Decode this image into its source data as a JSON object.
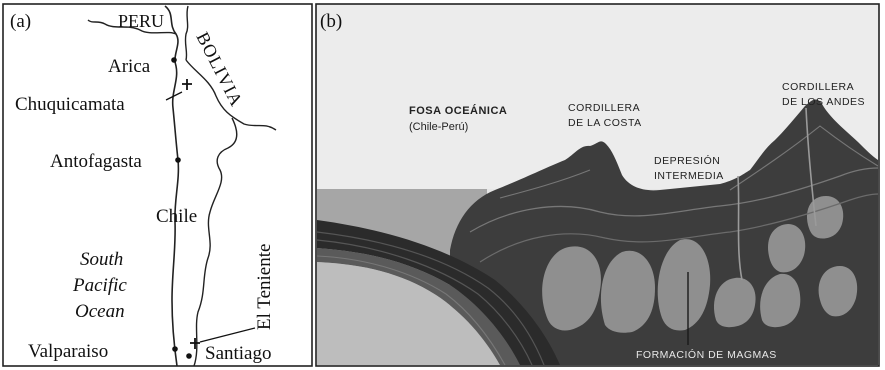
{
  "panel_a": {
    "label": "(a)",
    "countries": {
      "peru": "PERU",
      "bolivia": "BOLIVIA",
      "chile": "Chile"
    },
    "cities": [
      "Arica",
      "Chuquicamata",
      "Antofagasta",
      "Valparaiso",
      "Santiago"
    ],
    "mine": "El Teniente",
    "ocean": [
      "South",
      "Pacific",
      "Ocean"
    ]
  },
  "panel_b": {
    "label": "(b)",
    "labels": {
      "fosa_1": "FOSA OCEÁNICA",
      "fosa_2": "(Chile-Perú)",
      "costa_1": "CORDILLERA",
      "costa_2": "DE LA COSTA",
      "depresion_1": "DEPRESIÓN",
      "depresion_2": "INTERMEDIA",
      "andes_1": "CORDILLERA",
      "andes_2": "DE LOS ANDES",
      "magmas": "FORMACIÓN DE MAGMAS"
    }
  }
}
